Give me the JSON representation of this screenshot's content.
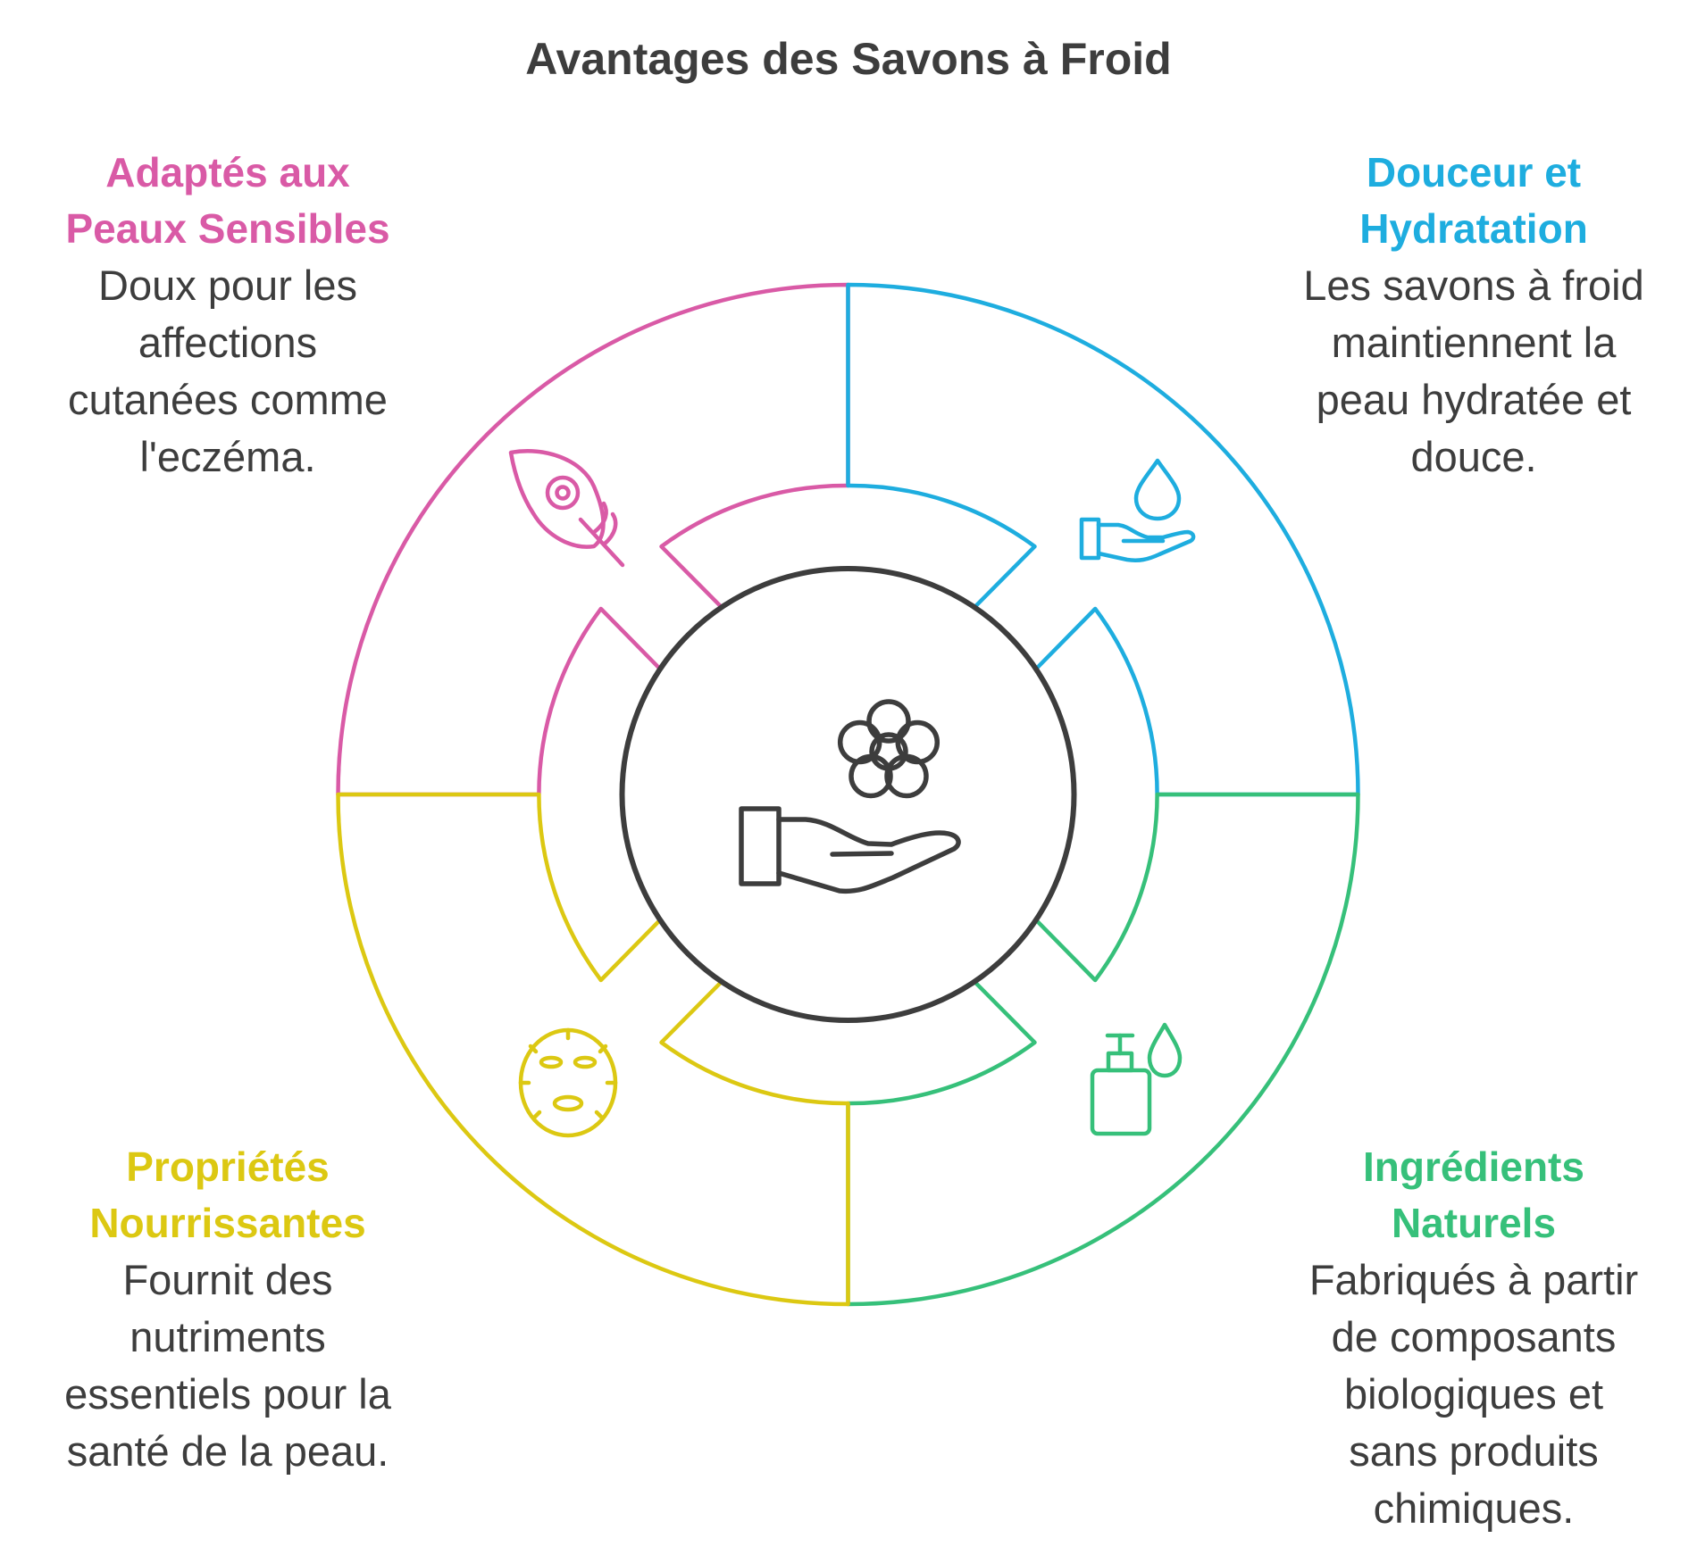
{
  "title": "Avantages des Savons à Froid",
  "colors": {
    "pink": "#D95AA6",
    "blue": "#1EADDF",
    "green": "#36C07A",
    "yellow": "#DCC812",
    "center": "#3d3d3d"
  },
  "sections": {
    "top_left": {
      "heading_lines": [
        "Adaptés aux",
        "Peaux Sensibles"
      ],
      "body_lines": [
        "Doux pour les",
        "affections",
        "cutanées comme",
        "l'eczéma."
      ],
      "icon": "leaf-icon"
    },
    "top_right": {
      "heading_lines": [
        "Douceur et",
        "Hydratation"
      ],
      "body_lines": [
        "Les savons à froid",
        "maintiennent la",
        "peau hydratée et",
        "douce."
      ],
      "icon": "hand-water-drop-icon"
    },
    "bottom_left": {
      "heading_lines": [
        "Propriétés",
        "Nourrissantes"
      ],
      "body_lines": [
        "Fournit des",
        "nutriments",
        "essentiels pour la",
        "santé de la peau."
      ],
      "icon": "face-mask-icon"
    },
    "bottom_right": {
      "heading_lines": [
        "Ingrédients",
        "Naturels"
      ],
      "body_lines": [
        "Fabriqués à partir",
        "de composants",
        "biologiques et",
        "sans produits",
        "chimiques."
      ],
      "icon": "soap-dispenser-icon"
    }
  },
  "center_icon": "hand-flower-icon"
}
